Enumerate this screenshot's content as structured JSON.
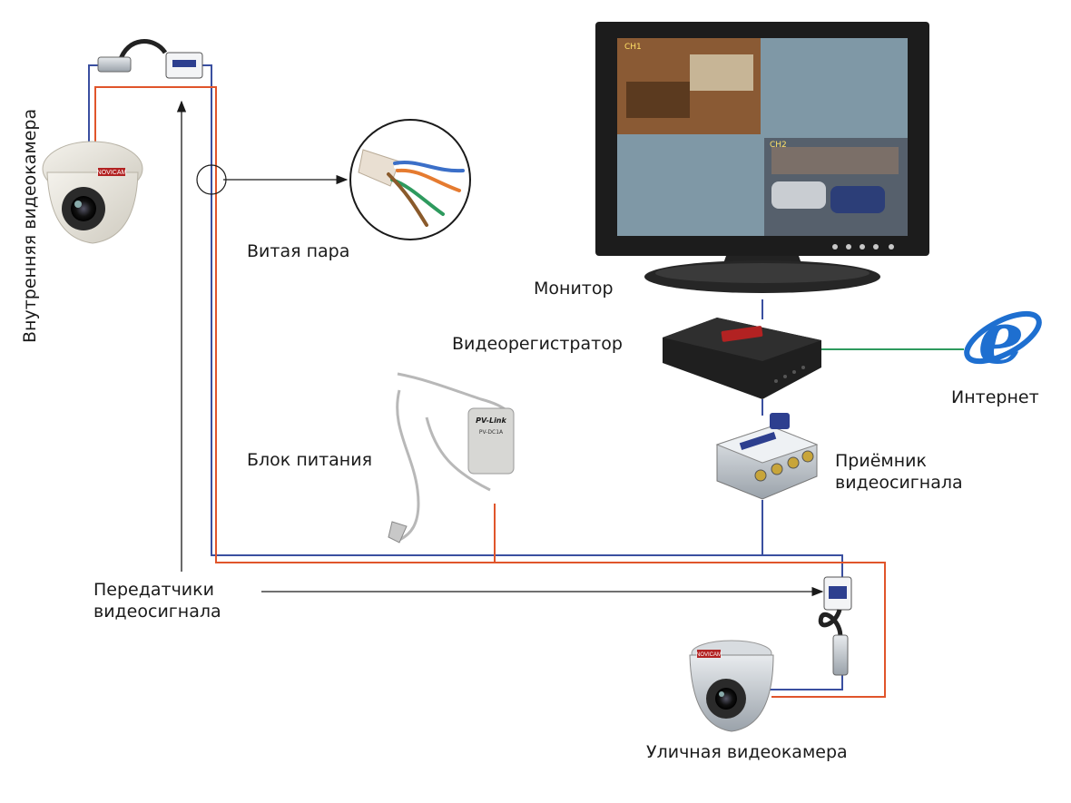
{
  "labels": {
    "indoor_camera": "Внутренняя видеокамера",
    "twisted_pair": "Витая пара",
    "monitor": "Монитор",
    "dvr": "Видеорегистратор",
    "internet": "Интернет",
    "power_supply": "Блок питания",
    "receiver_line1": "Приёмник",
    "receiver_line2": "видеосигнала",
    "transmitters_line1": "Передатчики",
    "transmitters_line2": "видеосигнала",
    "outdoor_camera": "Уличная видеокамера"
  },
  "screen_channels": [
    "CH1",
    "CH2"
  ],
  "camera_brand": "NOVICAM",
  "psu_brand": "PV-Link",
  "psu_model": "PV-DC1A",
  "colors": {
    "video_line": "#3a4fa0",
    "power_line": "#e0552b",
    "network_line": "#2e9a5e",
    "arrow": "#1a1a1a",
    "monitor_bezel": "#1c1c1c",
    "screen_quad": "#7f98a6",
    "ie_blue": "#1e6fd0"
  },
  "icons": [
    "indoor-dome-camera",
    "outdoor-dome-camera",
    "balun-transmitter",
    "twisted-pair-cable",
    "monitor",
    "dvr",
    "internet-explorer",
    "power-adapter",
    "video-receiver-hub"
  ]
}
